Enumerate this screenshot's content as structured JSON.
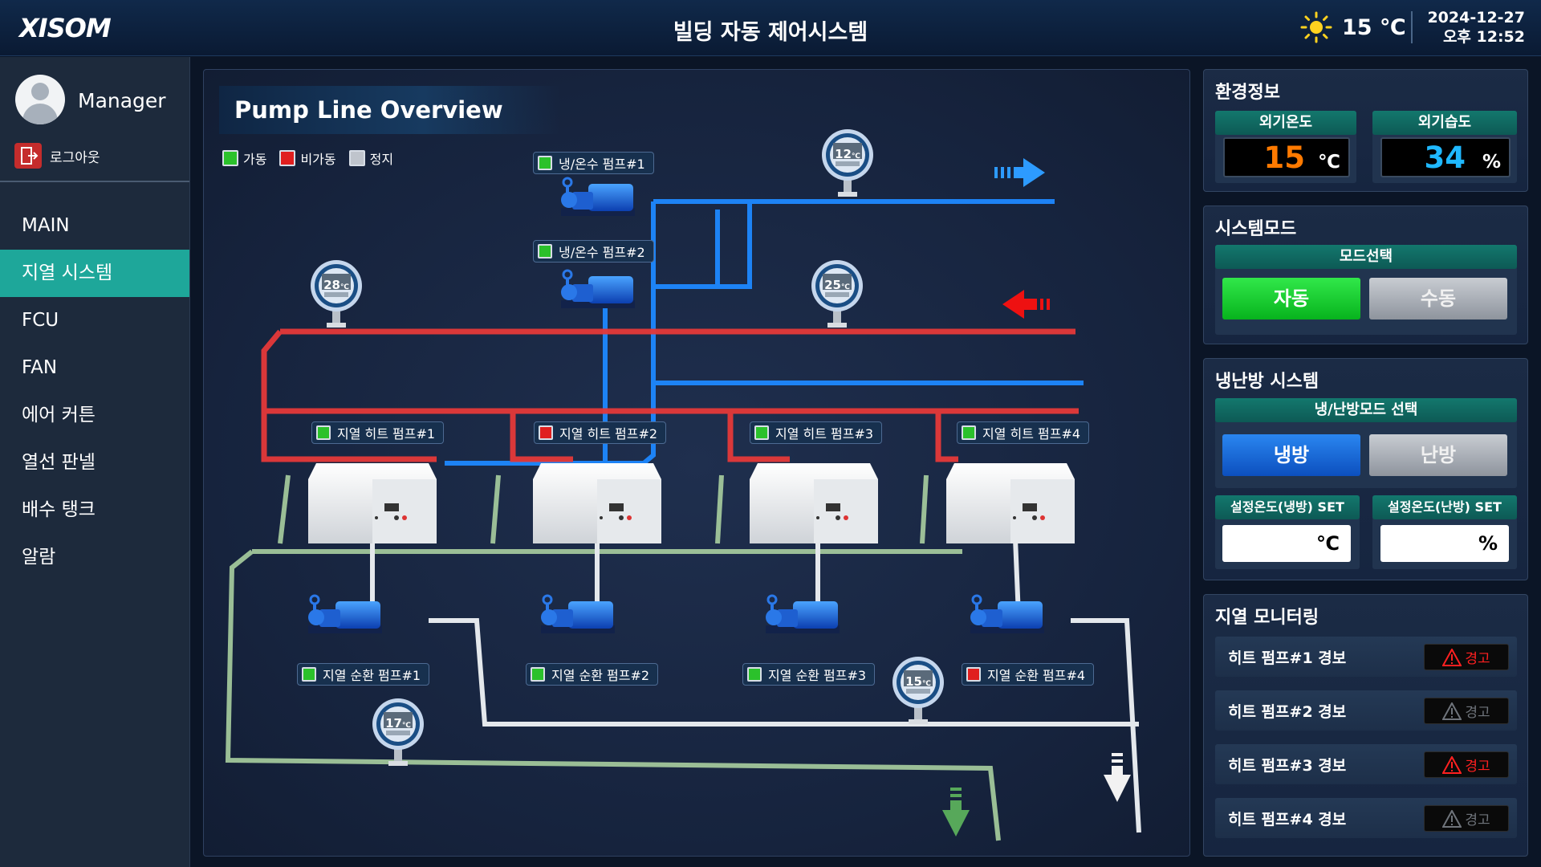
{
  "header": {
    "logo": "XISOM",
    "title": "빌딩 자동 제어시스템",
    "weather_icon": "sun-icon",
    "temperature": "15 ℃",
    "date": "2024-12-27",
    "time": "오후 12:52"
  },
  "sidebar": {
    "user": "Manager",
    "logout": "로그아웃",
    "items": [
      {
        "label": "MAIN",
        "active": false
      },
      {
        "label": "지열 시스템",
        "active": true
      },
      {
        "label": "FCU",
        "active": false
      },
      {
        "label": "FAN",
        "active": false
      },
      {
        "label": "에어 커튼",
        "active": false
      },
      {
        "label": "열선 판넬",
        "active": false
      },
      {
        "label": "배수 탱크",
        "active": false
      },
      {
        "label": "알람",
        "active": false
      }
    ]
  },
  "overview": {
    "title": "Pump Line Overview",
    "legend": [
      {
        "label": "가동",
        "color": "#2bc12b"
      },
      {
        "label": "비가동",
        "color": "#e01f1f"
      },
      {
        "label": "정지",
        "color": "#bfc4cc"
      }
    ],
    "top_pumps": [
      {
        "label": "냉/온수 펌프#1",
        "status": "run"
      },
      {
        "label": "냉/온수 펌프#2",
        "status": "run"
      }
    ],
    "heat_pumps": [
      {
        "label": "지열 히트 펌프#1",
        "status": "run"
      },
      {
        "label": "지열 히트 펌프#2",
        "status": "stop"
      },
      {
        "label": "지열 히트 펌프#3",
        "status": "run"
      },
      {
        "label": "지열 히트 펌프#4",
        "status": "run"
      }
    ],
    "circ_pumps": [
      {
        "label": "지열 순환 펌프#1",
        "status": "run"
      },
      {
        "label": "지열 순환 펌프#2",
        "status": "run"
      },
      {
        "label": "지열 순환 펌프#3",
        "status": "run"
      },
      {
        "label": "지열 순환 펌프#4",
        "status": "stop"
      }
    ],
    "gauges": {
      "blue_top": "12",
      "red_left": "28",
      "red_right": "25",
      "return_mid": "15",
      "return_left": "17",
      "unit": "℃"
    },
    "colors": {
      "supply": "#1e88ff",
      "return": "#e53939",
      "ground": "#a9cfa0",
      "white": "#e4e8ec"
    }
  },
  "env": {
    "title": "환경정보",
    "temp_label": "외기온도",
    "temp_value": "15",
    "temp_unit": "℃",
    "hum_label": "외기습도",
    "hum_value": "34",
    "hum_unit": "%"
  },
  "mode": {
    "title": "시스템모드",
    "select_label": "모드선택",
    "auto": "자동",
    "manual": "수동"
  },
  "hvac": {
    "title": "냉난방 시스템",
    "select_label": "냉/난방모드 선택",
    "cool": "냉방",
    "heat": "난방",
    "cool_set_label": "설정온도(냉방) SET",
    "heat_set_label": "설정온도(난방) SET",
    "cool_unit": "℃",
    "heat_unit": "%"
  },
  "geo": {
    "title": "지열 모니터링",
    "alarms": [
      {
        "label": "히트 펌프#1 경보",
        "btn": "경고",
        "active": true
      },
      {
        "label": "히트 펌프#2 경보",
        "btn": "경고",
        "active": false
      },
      {
        "label": "히트 펌프#3 경보",
        "btn": "경고",
        "active": true
      },
      {
        "label": "히트 펌프#4 경보",
        "btn": "경고",
        "active": false
      }
    ]
  }
}
